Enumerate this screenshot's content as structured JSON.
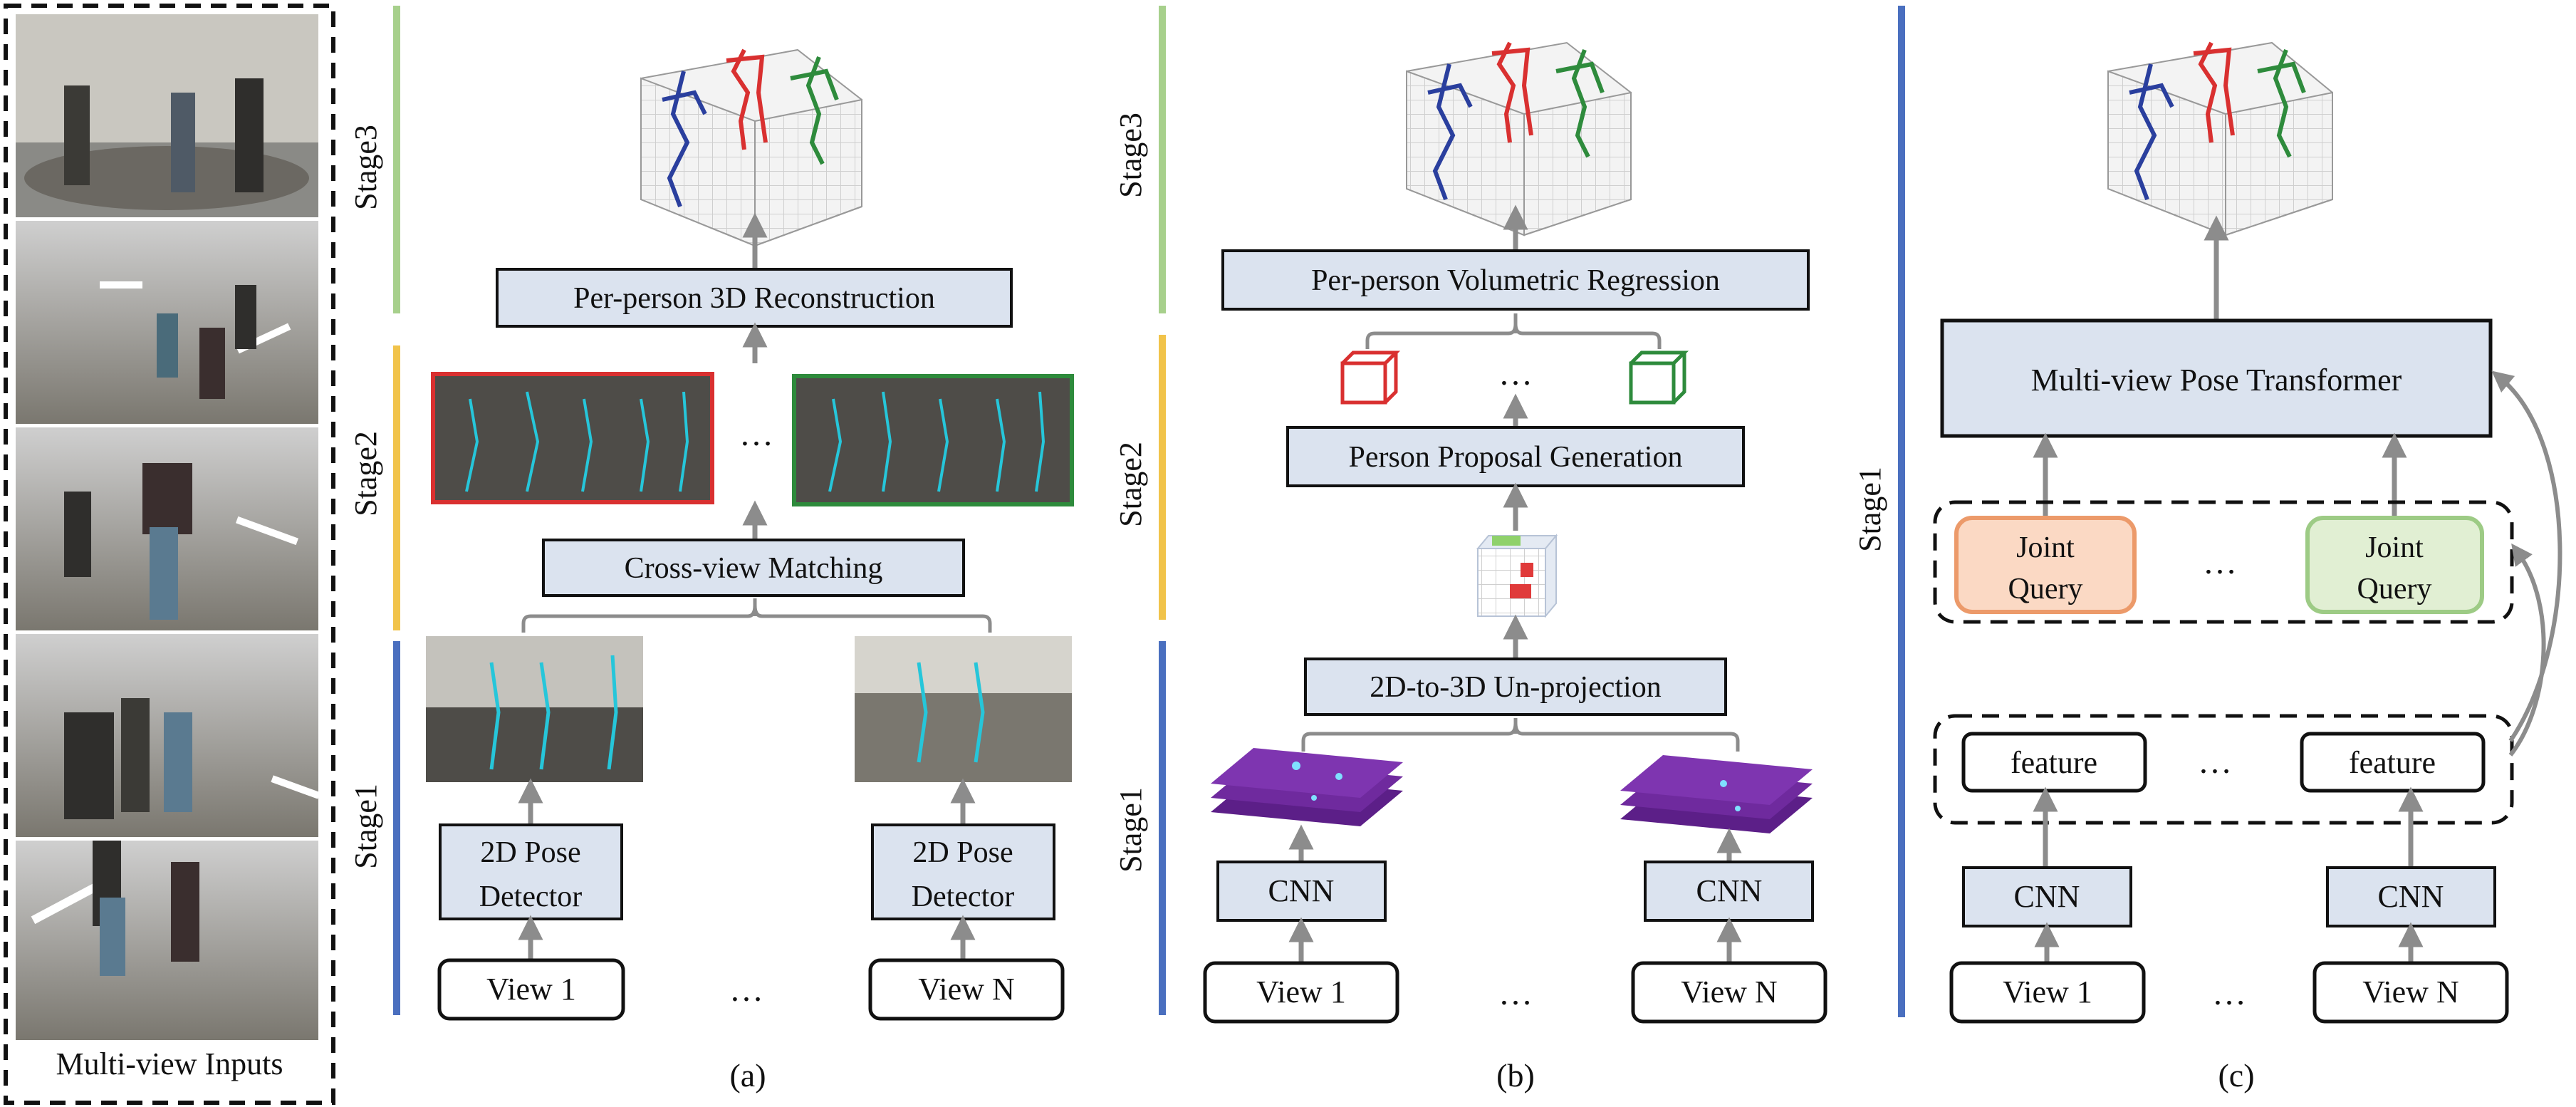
{
  "colors": {
    "box_fill": "#dbe3ef",
    "box_stroke": "#111111",
    "arrow": "#8c8c8c",
    "stage1_bar": "#4a6fbf",
    "stage2_bar": "#f1c34a",
    "stage3_bar": "#a7d08c",
    "red_person": "#d93030",
    "green_person": "#2e8b3c",
    "blue_person": "#2a3f9e",
    "joint_query_orange_fill": "#fbd9c4",
    "joint_query_orange_stroke": "#ec9a6a",
    "joint_query_green_fill": "#e1efd3",
    "joint_query_green_stroke": "#9dcb85",
    "heatmap_purple": "#6f2a9e",
    "skeleton_overlay": "#26c6da"
  },
  "inputs": {
    "caption": "Multi-view Inputs"
  },
  "panel_a": {
    "stage1": "Stage1",
    "stage2": "Stage2",
    "stage3": "Stage3",
    "view_1": "View 1",
    "view_n": "View N",
    "dots": "…",
    "detector_line1": "2D Pose",
    "detector_line2": "Detector",
    "matching": "Cross-view Matching",
    "reconstruction": "Per-person 3D Reconstruction",
    "crops_dots": "…",
    "caption": "(a)"
  },
  "panel_b": {
    "stage1": "Stage1",
    "stage2": "Stage2",
    "stage3": "Stage3",
    "view_1": "View 1",
    "view_n": "View N",
    "dots": "…",
    "cnn": "CNN",
    "unprojection": "2D-to-3D Un-projection",
    "proposal": "Person Proposal Generation",
    "cubes_dots": "…",
    "regression": "Per-person Volumetric Regression",
    "caption": "(b)"
  },
  "panel_c": {
    "stage1": "Stage1",
    "view_1": "View 1",
    "view_n": "View N",
    "dots": "…",
    "cnn": "CNN",
    "feature": "feature",
    "feature_dots": "…",
    "query_line1": "Joint",
    "query_line2": "Query",
    "query_dots": "…",
    "transformer": "Multi-view Pose Transformer",
    "caption": "(c)"
  }
}
